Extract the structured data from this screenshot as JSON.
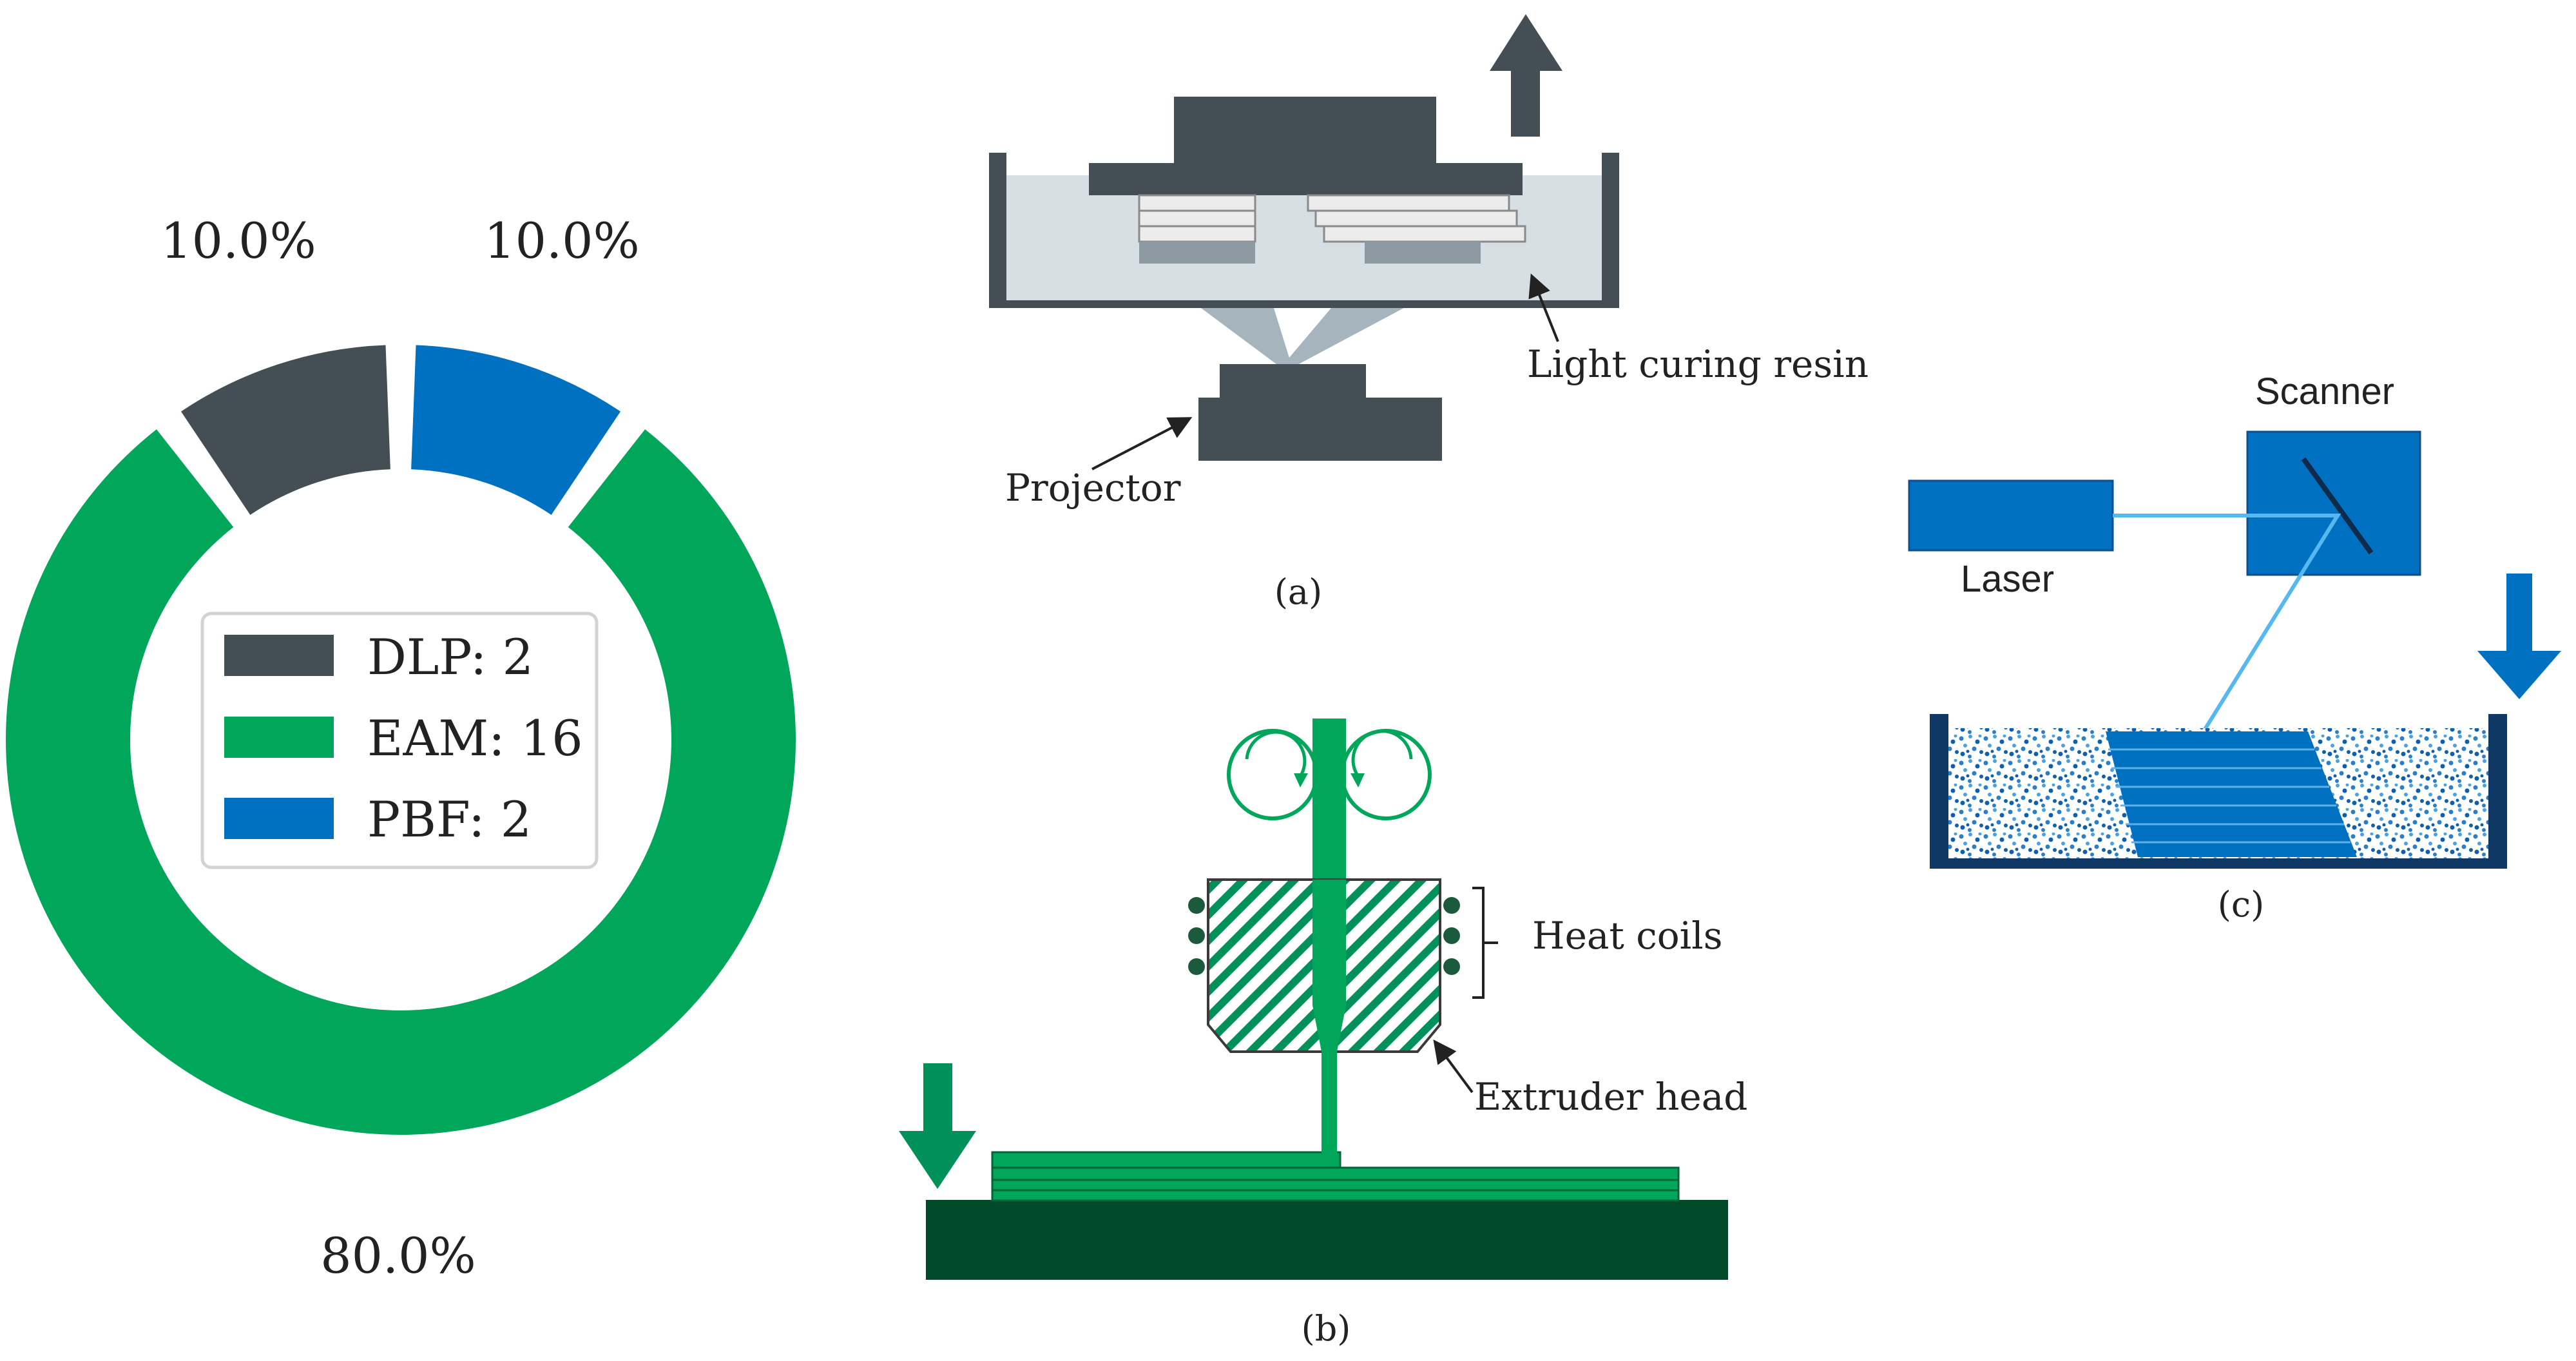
{
  "colors": {
    "dlp": "#434e55",
    "eam": "#00a65a",
    "pbf": "#0070c0",
    "resin": "#d6dfe3",
    "beam": "#a6b5bd",
    "layer": "#d9d9d9",
    "eam_dark": "#004a2a",
    "pbf_dark": "#0f3865",
    "laser_beam": "#55b8ee"
  },
  "chart_data": {
    "type": "pie",
    "categories": [
      "DLP",
      "EAM",
      "PBF"
    ],
    "values": [
      2,
      16,
      2
    ],
    "percent_labels": [
      "10.0%",
      "80.0%",
      "10.0%"
    ],
    "legend": [
      "DLP: 2",
      "EAM: 16",
      "PBF: 2"
    ],
    "legend_placement": "center"
  },
  "diagrams": {
    "a": {
      "caption": "(a)",
      "label_resin": "Light curing resin",
      "label_projector": "Projector"
    },
    "b": {
      "caption": "(b)",
      "label_coils": "Heat coils",
      "label_head": "Extruder head"
    },
    "c": {
      "caption": "(c)",
      "label_scanner": "Scanner",
      "label_laser": "Laser"
    }
  }
}
